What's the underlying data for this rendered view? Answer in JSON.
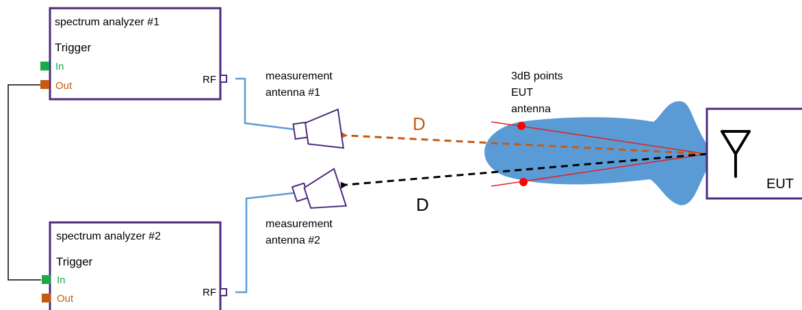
{
  "analyzers": [
    {
      "title": "spectrum analyzer #1",
      "trigger": "Trigger",
      "in": "In",
      "out": "Out",
      "rf": "RF"
    },
    {
      "title": "spectrum analyzer #2",
      "trigger": "Trigger",
      "in": "In",
      "out": "Out",
      "rf": "RF"
    }
  ],
  "antennas": [
    {
      "line1": "measurement",
      "line2": "antenna #1"
    },
    {
      "line1": "measurement",
      "line2": "antenna #2"
    }
  ],
  "beam_label": {
    "line1": "3dB points",
    "line2": "EUT",
    "line3": "antenna"
  },
  "distance_labels": {
    "upper": "D",
    "lower": "D"
  },
  "eut": {
    "label": "EUT",
    "icon": "antenna-icon"
  },
  "colors": {
    "box_border": "#4B2A7D",
    "in_port": "#1BAA4A",
    "out_port": "#C55A11",
    "rf_cable": "#5B9BD5",
    "beam": "#5B9BD5",
    "beam_lines": "#E0201E",
    "arrow_upper": "#C55A11",
    "arrow_lower": "#000000"
  }
}
